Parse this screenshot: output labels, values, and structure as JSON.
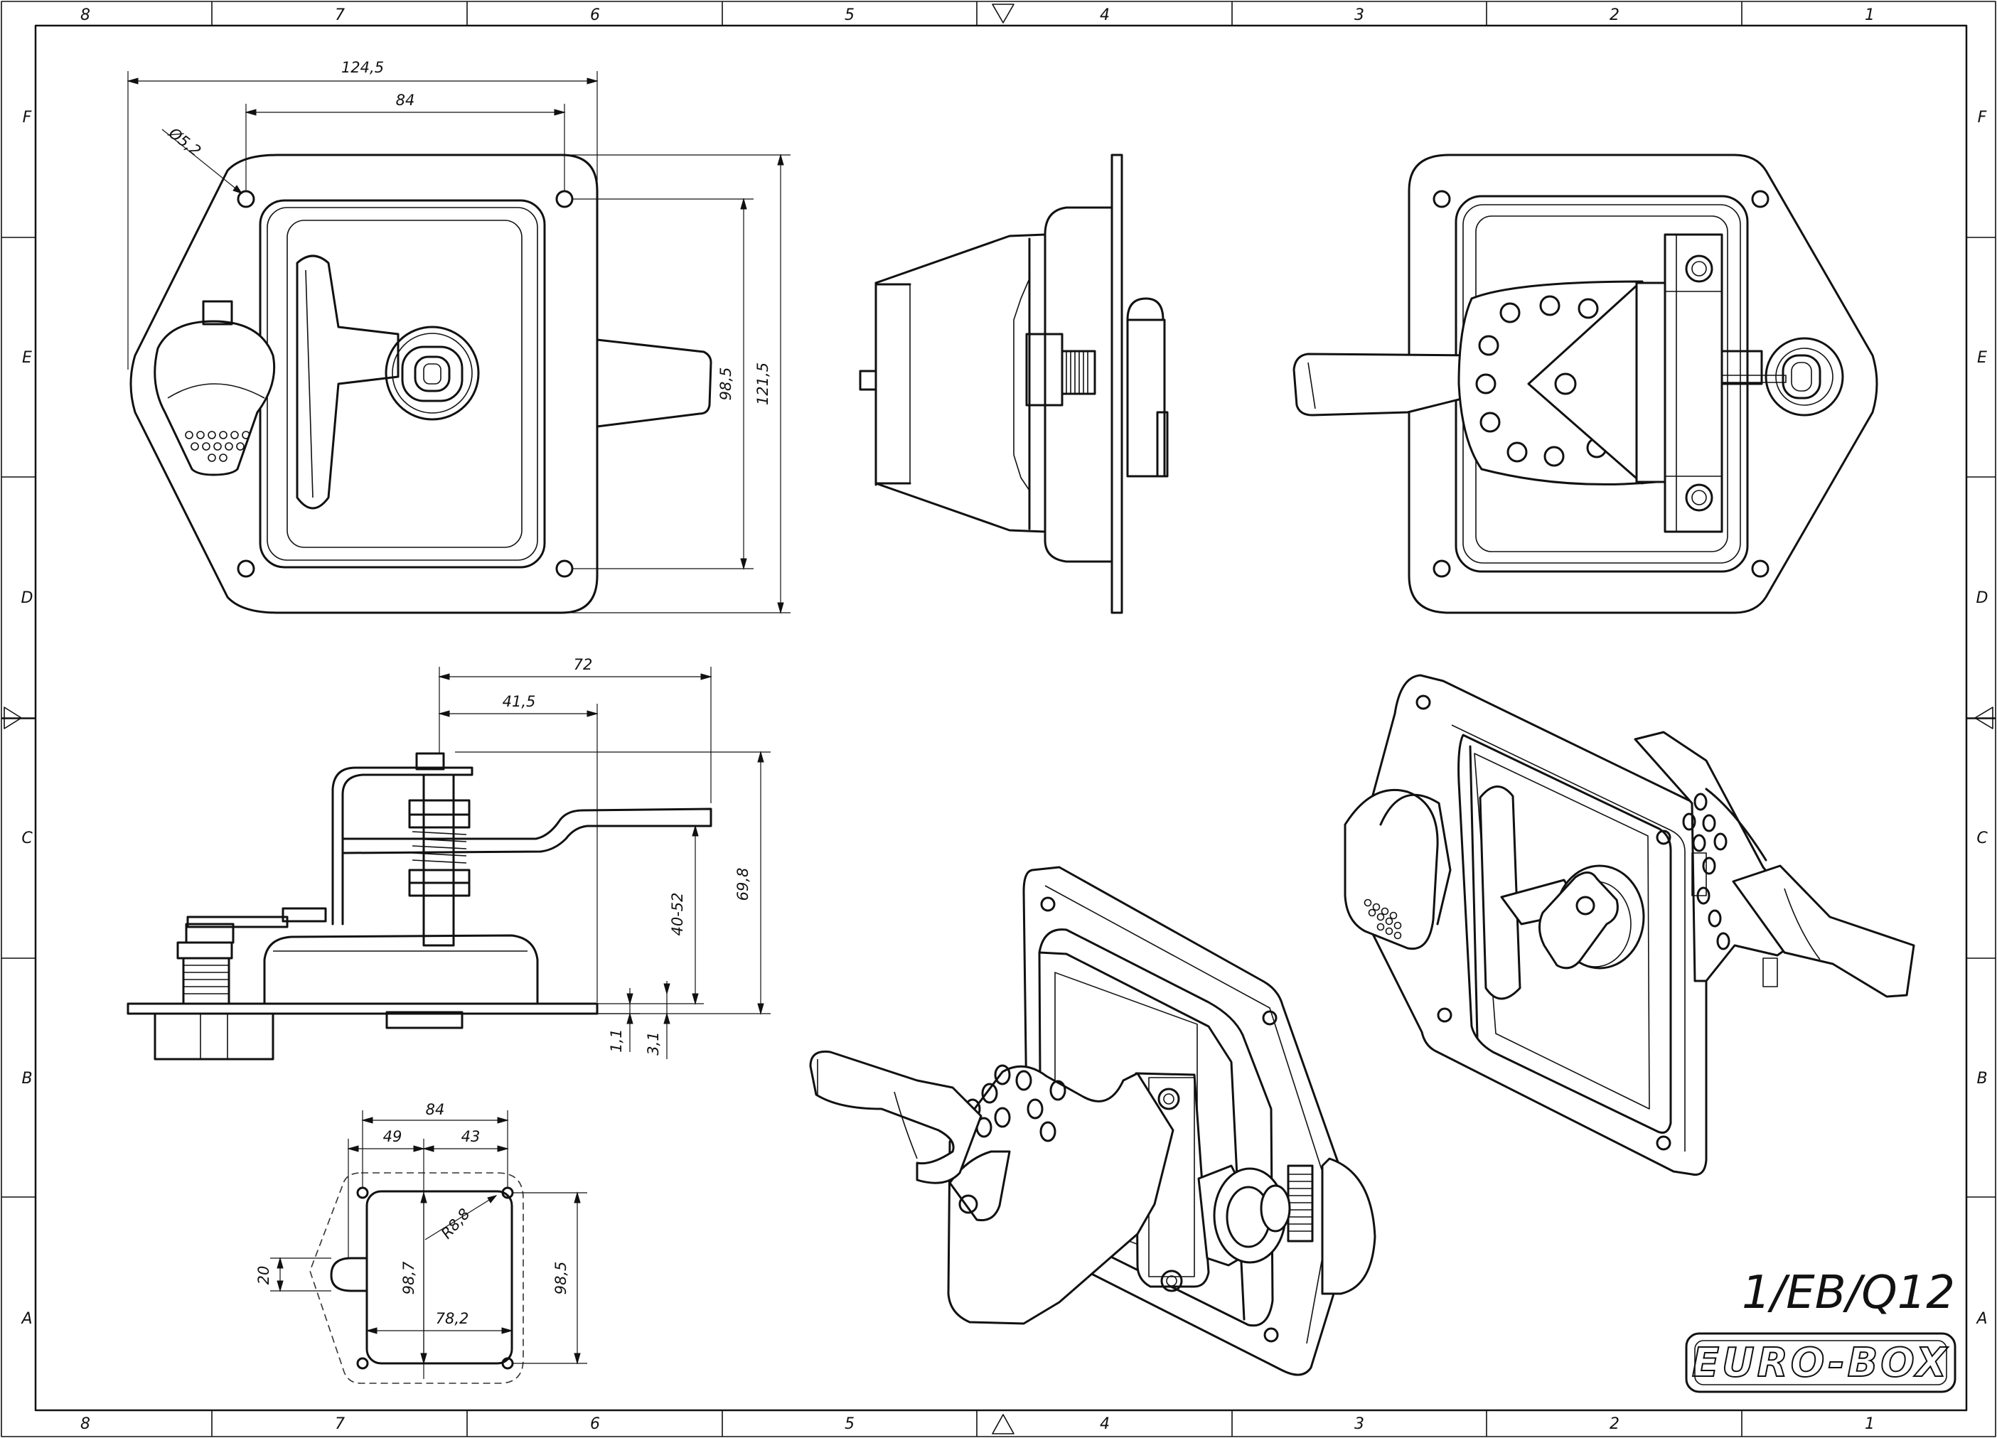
{
  "drawing": {
    "part_number": "1/EB/Q12",
    "brand_logo_text": "EURO-BOX"
  },
  "grid": {
    "columns": [
      "8",
      "7",
      "6",
      "5",
      "4",
      "3",
      "2",
      "1"
    ],
    "rows": [
      "F",
      "E",
      "D",
      "C",
      "B",
      "A"
    ]
  },
  "dimensions": {
    "front_view": {
      "overall_width": "124,5",
      "hole_spacing_h": "84",
      "hole_diameter": "Ø5,2",
      "hole_spacing_v": "98,5",
      "overall_height": "121,5"
    },
    "side_view": {
      "depth_total": "72",
      "depth_mid": "41,5",
      "height_total": "69,8",
      "adjust_range": "40-52",
      "plate_thk": "1,1",
      "flange_thk": "3,1"
    },
    "cutout": {
      "width_total": "84",
      "left_offset": "49",
      "right_offset": "43",
      "corner_radius": "R8,8",
      "cut_height": "98,7",
      "hole_spacing_v": "98,5",
      "cut_width": "78,2",
      "tab_height": "20"
    }
  }
}
